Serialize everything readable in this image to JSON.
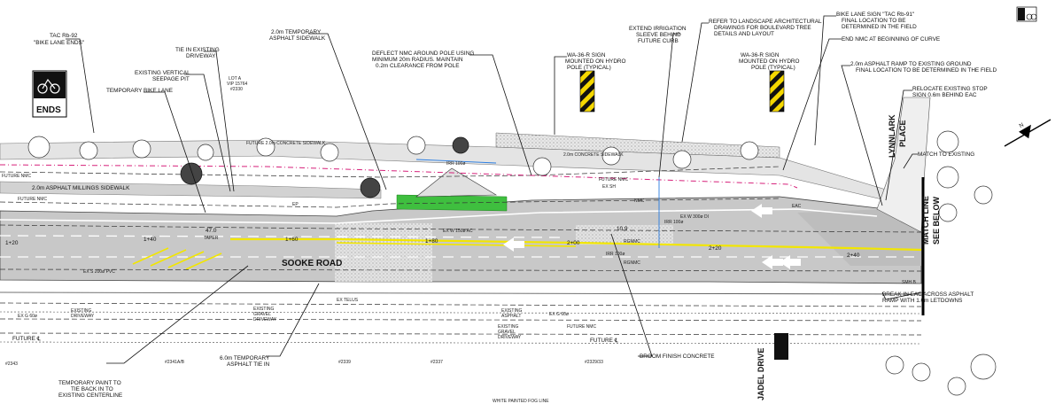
{
  "notes": {
    "tac_rb92": "TAC Rb-92",
    "bike_lane_ends": "\"BIKE LANE ENDS\"",
    "ends_sign": "ENDS",
    "temporary_bike_lane": "TEMPORARY BIKE LANE",
    "existing_vertical_seepage_1": "EXISTING VERTICAL",
    "existing_vertical_seepage_2": "SEEPAGE PIT",
    "tie_in_existing_1": "TIE IN EXISTING",
    "tie_in_existing_2": "DRIVEWAY",
    "lot_a_1": "LOT A",
    "lot_a_2": "VIP 15764",
    "lot_a_3": "#2330",
    "temp_asphalt_sidewalk_1": "2.0m TEMPORARY",
    "temp_asphalt_sidewalk_2": "ASPHALT SIDEWALK",
    "deflect_nmc_1": "DEFLECT NMC AROUND POLE USING",
    "deflect_nmc_2": "MINIMUM 20m RADIUS. MAINTAIN",
    "deflect_nmc_3": "0.2m CLEARANCE FROM POLE",
    "wa36_left_1": "WA-36-R SIGN",
    "wa36_left_2": "MOUNTED ON HYDRO",
    "wa36_left_3": "POLE (TYPICAL)",
    "extend_irrigation_1": "EXTEND IRRIGATION",
    "extend_irrigation_2": "SLEEVE BEHIND",
    "extend_irrigation_3": "FUTURE CURB",
    "refer_landscape_1": "REFER TO LANDSCAPE ARCHITECTURAL",
    "refer_landscape_2": "DRAWINGS FOR BOULEVARD TREE",
    "refer_landscape_3": "DETAILS AND LAYOUT",
    "wa36_right_1": "WA-36-R SIGN",
    "wa36_right_2": "MOUNTED ON HYDRO",
    "wa36_right_3": "POLE (TYPICAL)",
    "bike_lane_sign_1": "BIKE LANE SIGN \"TAC Rb-91\"",
    "bike_lane_sign_2": "FINAL LOCATION TO BE",
    "bike_lane_sign_3": "DETERMINED IN THE FIELD",
    "end_nmc": "END NMC AT BEGINNING OF CURVE",
    "asphalt_ramp_1": "2.0m ASPHALT RAMP TO EXISTING GROUND",
    "asphalt_ramp_2": "FINAL LOCATION TO BE DETERMINED IN THE FIELD",
    "relocate_stop_1": "RELOCATE EXISTING STOP",
    "relocate_stop_2": "SIGN 0.6m BEHIND EAC",
    "match_to_existing": "MATCH TO EXISTING",
    "concrete_sidewalk_top": "FUTURE 2.0m CONCRETE SIDEWALK",
    "concrete_sidewalk_mid": "2.0m CONCRETE SIDEWALK",
    "asphalt_millings": "2.0m ASPHALT MILLINGS SIDEWALK",
    "future_nmc_1": "FUTURE NMC",
    "future_nmc_2": "FUTURE NMC",
    "future_nmc_3": "FUTURE NMC",
    "future_nmc_4": "FUTURE NMC",
    "nmc": "NMC",
    "eac": "EAC",
    "ep": "EP",
    "ex_w_150_ac": "EX W 150ø AC",
    "ex_w_300_di": "EX W 300ø DI",
    "ex_s_200_pvc": "EX S 200ø PVC",
    "ex_telus": "EX TELUS",
    "ex_g_60": "EX G 60ø",
    "ex_sh": "EX SH",
    "sta_140": "1+40",
    "sta_120": "1+20",
    "sta_160": "1+60",
    "sta_180": "1+80",
    "sta_200": "2+00",
    "sta_220": "2+20",
    "sta_240": "2+40",
    "dim_470": "47.0",
    "dim_109": "10.9",
    "taper": "TAPER",
    "sooke_road": "SOOKE ROAD",
    "rgnmc_1": "RGNMC",
    "rgnmc_2": "RGNMC",
    "irr_100_1": "IRR 100ø",
    "irr_100_2": "IRR 100ø",
    "irr_100_3": "IRR 100ø",
    "future_cl_1": "FUTURE ℄",
    "future_cl_2": "FUTURE ℄",
    "ex_g_60_2": "EX G 60ø",
    "existing_driveway_1": "EXISTING",
    "existing_driveway_2": "DRIVEWAY",
    "existing_gravel_1": "EXISTING",
    "existing_gravel_2": "GRAVEL",
    "existing_gravel_3": "DRIVEWAY",
    "existing_asphalt_1": "EXISTING",
    "existing_asphalt_2": "ASPHALT",
    "existing_gravel_b_1": "EXISTING",
    "existing_gravel_b_2": "GRAVEL",
    "existing_gravel_b_3": "DRIVEWAY",
    "lot_2343": "#2343",
    "lot_2341": "#2341A/B",
    "lot_2339": "#2339",
    "lot_2337": "#2337",
    "lot_2329": "#2329/33",
    "temp_paint_1": "TEMPORARY PAINT TO",
    "temp_paint_2": "TIE BACK IN TO",
    "temp_paint_3": "EXISTING CENTERLINE",
    "asphalt_tie_in_1": "6.0m TEMPORARY",
    "asphalt_tie_in_2": "ASPHALT TIE IN",
    "broom_finish": "BROOM FINISH CONCRETE",
    "break_in_eac_1": "BREAK IN EAC ACROSS ASPHALT",
    "break_in_eac_2": "RAMP WITH 1.0m LETDOWNS",
    "white_painted_fog": "WHITE PAINTED FOG LINE",
    "lynnlark_1": "LYNNLARK",
    "lynnlark_2": "PLACE",
    "match_line_1": "MATCH LINE",
    "match_line_2": "SEE BELOW",
    "jadel_drive": "JADEL DRIVE",
    "smh_b": "SMH B",
    "north_arrow": "N"
  },
  "colors": {
    "road": "#c8c8c8",
    "road_dark": "#b4b4b4",
    "sidewalk": "#d9d9d9",
    "green_blvd": "#3fbf3f",
    "yellow_line": "#f2e600",
    "pink_line": "#d6207a",
    "blue_irr": "#2a7de1",
    "hazard_yellow": "#f5d800",
    "hazard_black": "#111111"
  },
  "icons": {
    "bike_sign": "bike-lane-ends-sign-icon",
    "hazard": "hazard-marker-icon",
    "north": "north-arrow-icon",
    "bike_rb91": "bike-lane-sign-icon"
  }
}
